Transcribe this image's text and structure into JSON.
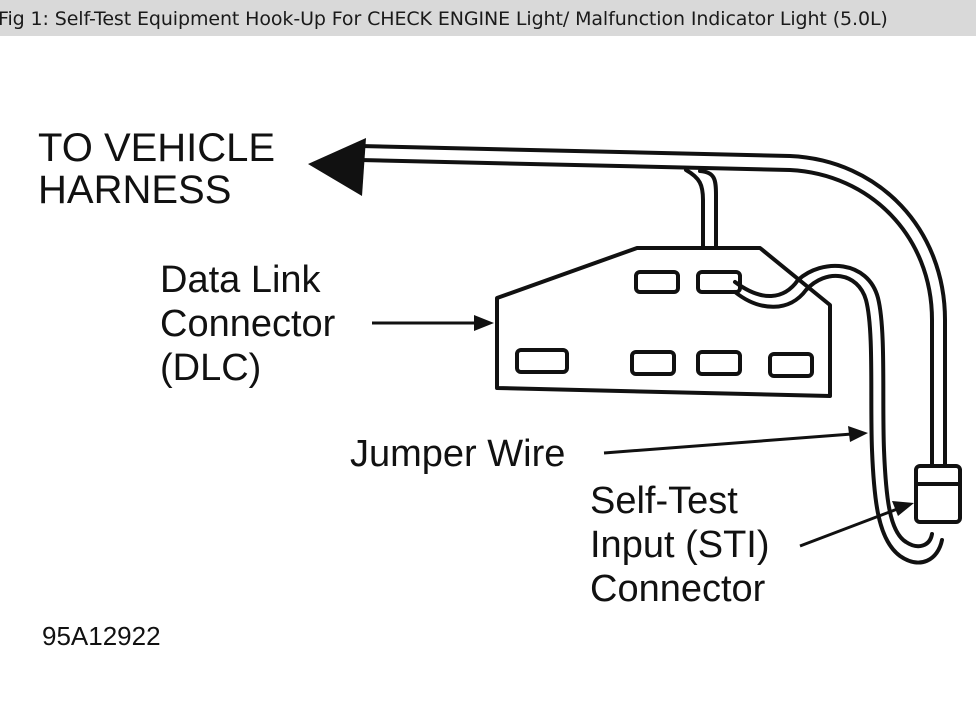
{
  "caption": "Fig 1: Self-Test Equipment Hook-Up For CHECK ENGINE Light/ Malfunction Indicator Light (5.0L)",
  "labels": {
    "vehicle_harness": [
      "TO VEHICLE",
      "HARNESS"
    ],
    "dlc": [
      "Data Link",
      "Connector",
      "(DLC)"
    ],
    "jumper_wire": "Jumper Wire",
    "sti": [
      "Self-Test",
      "Input (STI)",
      "Connector"
    ],
    "figure_id": "95A12922"
  },
  "colors": {
    "line": "#111111",
    "caption_bar": "#d9d9d9"
  }
}
